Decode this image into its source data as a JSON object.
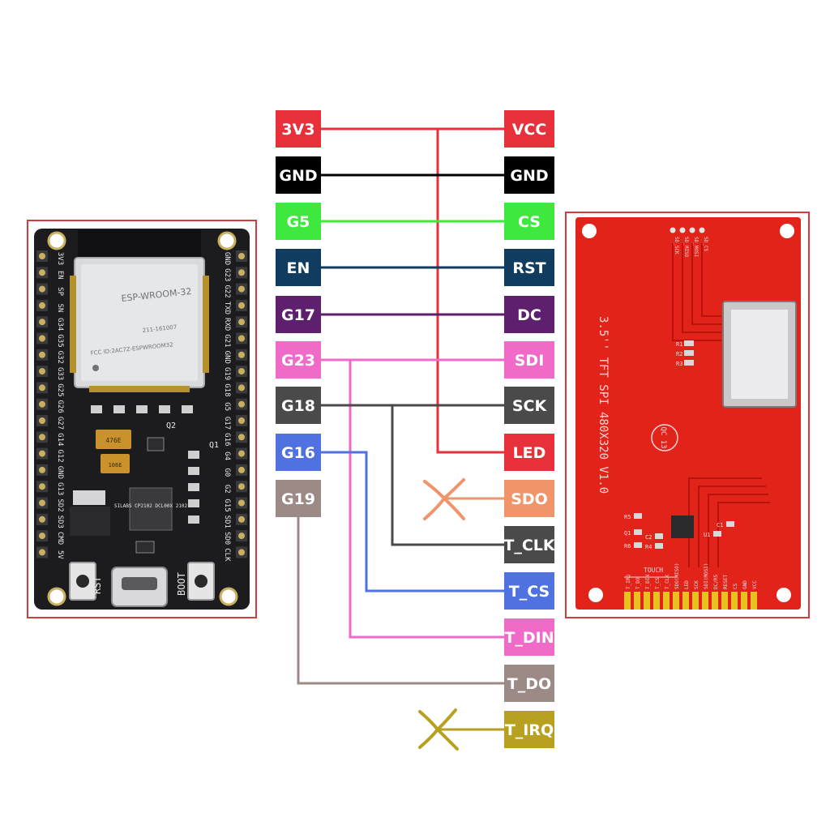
{
  "esp32_board": {
    "module_text": "ESP-WROOM-32",
    "fcc_text": "FCC ID:2AC7Z-ESPWROOM32",
    "cert_text": "211-161007",
    "rst_label": "RST",
    "boot_label": "BOOT",
    "chip_text": "SILABS CP2102 DCL00X 2102",
    "q2_label": "Q2",
    "q1_label": "Q1",
    "cap_top": "476E",
    "cap_bottom": "106E",
    "left_header": [
      "3V3",
      "EN",
      "SP",
      "SN",
      "G34",
      "G35",
      "G32",
      "G33",
      "G25",
      "G26",
      "G27",
      "G14",
      "G12",
      "GND",
      "G13",
      "SD2",
      "SD3",
      "CMD",
      "5V"
    ],
    "right_header": [
      "GND",
      "G23",
      "G22",
      "TXD",
      "RXD",
      "G21",
      "GND",
      "G19",
      "G18",
      "G5",
      "G17",
      "G16",
      "G4",
      "G0",
      "G2",
      "G15",
      "SD1",
      "SD0",
      "CLK"
    ]
  },
  "tft_board": {
    "title_text": "3.5'' TFT SPI 480X320 V1.0",
    "top_pads": [
      "SD_SCK",
      "SD_MISO",
      "SD_MOSI",
      "SD_CS"
    ],
    "touch_label": "TOUCH",
    "qc_text": "QC 13",
    "resistors": [
      "R1",
      "R2",
      "R3"
    ],
    "smd_labels": [
      "R5",
      "Q1",
      "R6",
      "C2",
      "R4",
      "U1",
      "C1"
    ],
    "bottom_pins": [
      "T_IRQ",
      "T_DO",
      "T_DIN",
      "T_CS",
      "T_CLK",
      "SDO(MISO)",
      "LED",
      "SCK",
      "SDI(MOSI)",
      "DC/RS",
      "RESET",
      "CS",
      "GND",
      "VCC"
    ]
  },
  "left_pins": [
    {
      "label": "3V3",
      "color": "#e8303a"
    },
    {
      "label": "GND",
      "color": "#000000"
    },
    {
      "label": "G5",
      "color": "#3ee83e"
    },
    {
      "label": "EN",
      "color": "#0f3c5f"
    },
    {
      "label": "G17",
      "color": "#5e1f6e"
    },
    {
      "label": "G23",
      "color": "#f06ac8"
    },
    {
      "label": "G18",
      "color": "#4a4a4a"
    },
    {
      "label": "G16",
      "color": "#4f72e0"
    },
    {
      "label": "G19",
      "color": "#9c8a86"
    }
  ],
  "right_pins": [
    {
      "label": "VCC",
      "color": "#e8303a"
    },
    {
      "label": "GND",
      "color": "#000000"
    },
    {
      "label": "CS",
      "color": "#3ee83e"
    },
    {
      "label": "RST",
      "color": "#0f3c5f"
    },
    {
      "label": "DC",
      "color": "#5e1f6e"
    },
    {
      "label": "SDI",
      "color": "#f06ac8"
    },
    {
      "label": "SCK",
      "color": "#4a4a4a"
    },
    {
      "label": "LED",
      "color": "#e8303a"
    },
    {
      "label": "SDO",
      "color": "#f0946a"
    },
    {
      "label": "T_CLK",
      "color": "#4a4a4a"
    },
    {
      "label": "T_CS",
      "color": "#4f72e0"
    },
    {
      "label": "T_DIN",
      "color": "#f06ac8"
    },
    {
      "label": "T_DO",
      "color": "#9c8a86"
    },
    {
      "label": "T_IRQ",
      "color": "#b8a020"
    }
  ]
}
